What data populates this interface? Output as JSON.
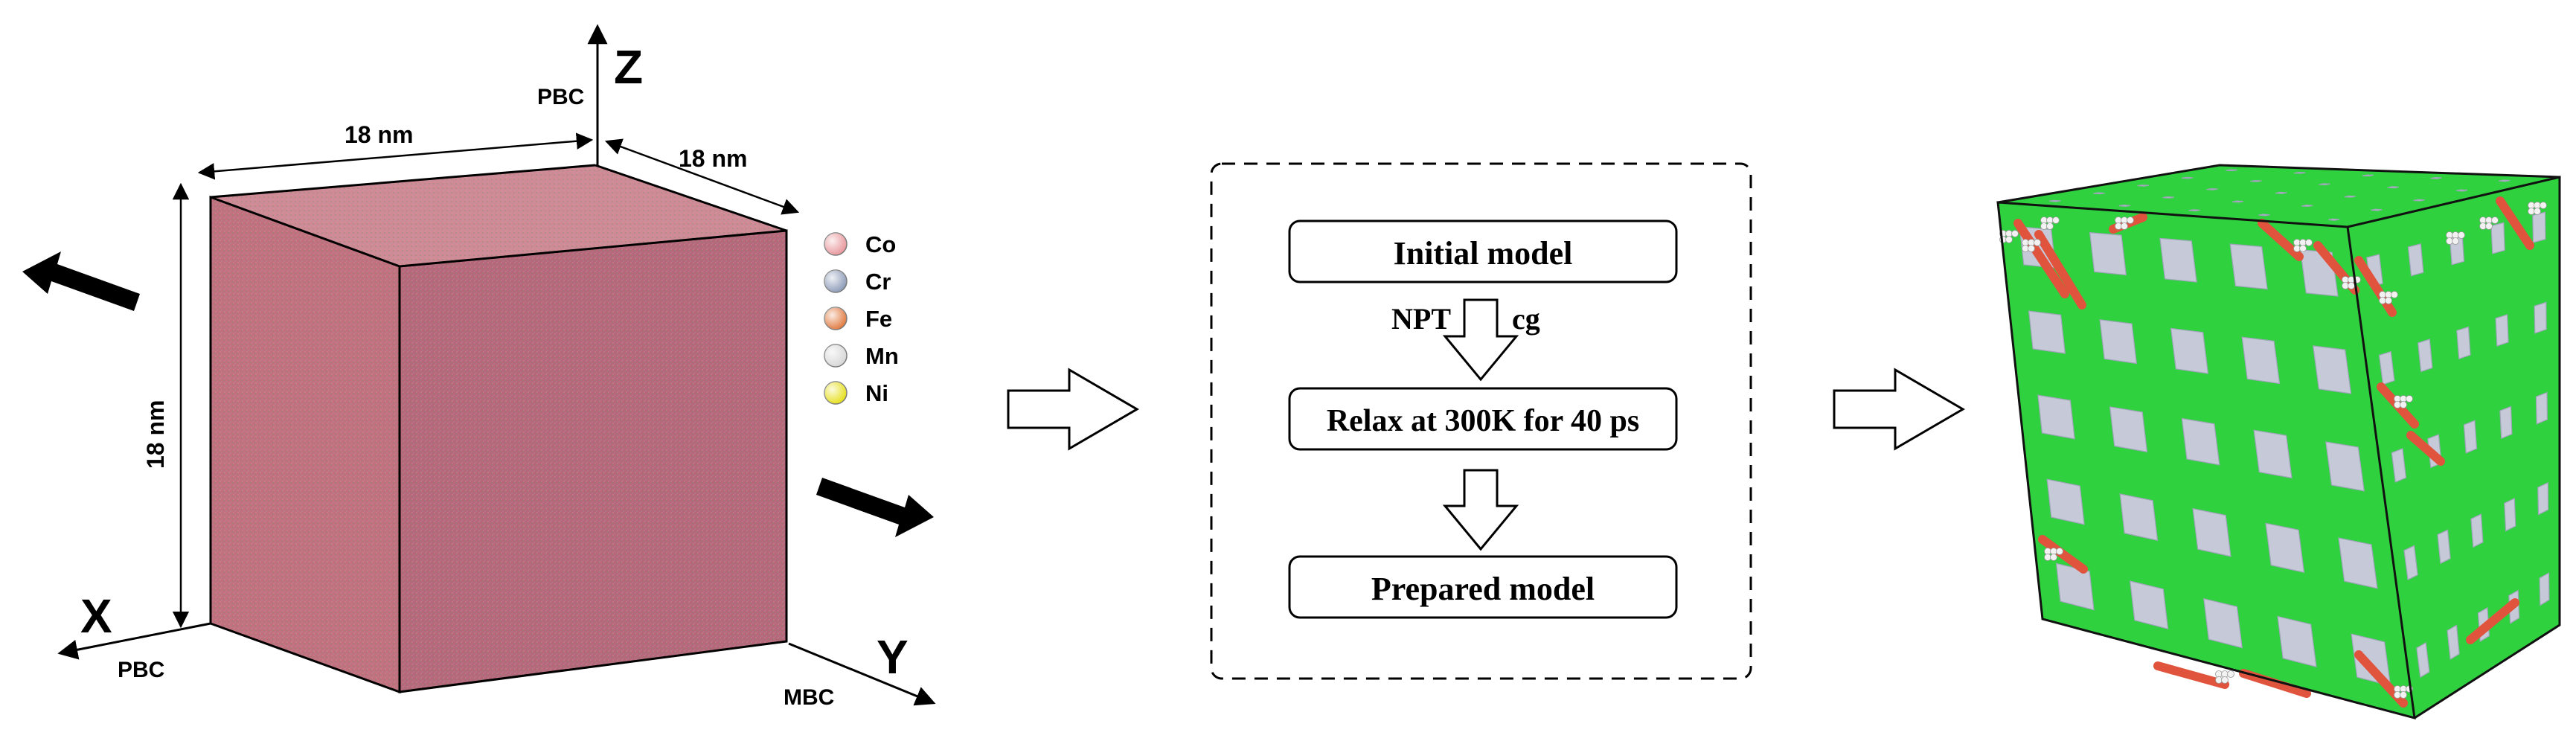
{
  "left_panel": {
    "axes": {
      "z": "Z",
      "x": "X",
      "y": "Y"
    },
    "boundary_labels": {
      "z": "PBC",
      "x": "PBC",
      "y": "MBC"
    },
    "dimensions": {
      "top": "18 nm",
      "right": "18 nm",
      "side": "18 nm"
    },
    "legend": [
      {
        "label": "Co",
        "color": "#e8959a"
      },
      {
        "label": "Cr",
        "color": "#8c9ab8"
      },
      {
        "label": "Fe",
        "color": "#e0783c"
      },
      {
        "label": "Mn",
        "color": "#d6d6d6"
      },
      {
        "label": "Ni",
        "color": "#e6df19"
      }
    ],
    "cube_colors": {
      "front": "#c2707e",
      "side": "#b6687a",
      "top": "#cf8a96",
      "speckle": "#7f8f74"
    }
  },
  "flowchart": {
    "initial": "Initial model",
    "step1_left": "NPT",
    "step1_right": "cg",
    "relax": "Relax at 300K for 40 ps",
    "prepared": "Prepared model"
  },
  "right_panel": {
    "colors": {
      "matrix": "#2fd13f",
      "void": "#c6cad8",
      "fault": "#e0533c",
      "atom": "#f2f2f2"
    }
  }
}
